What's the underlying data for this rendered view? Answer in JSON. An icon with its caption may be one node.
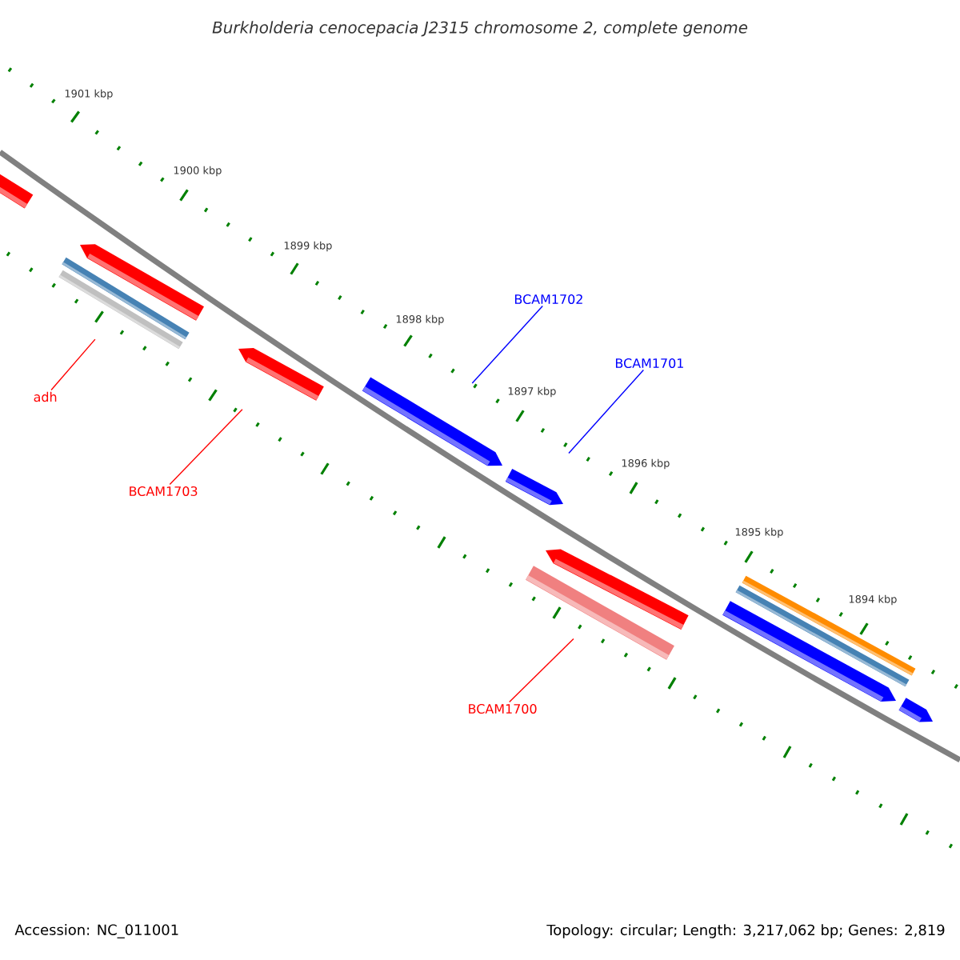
{
  "diagram": {
    "title": "Burkholderia cenocepacia J2315 chromosome 2, complete genome",
    "nodes": [
      {
        "text": [
          "BCAM1702"
        ]
      },
      {
        "text": [
          "BCAM1701"
        ]
      },
      {
        "text": [
          "adh"
        ]
      },
      {
        "text": [
          "BCAM1703"
        ]
      },
      {
        "text": [
          "BCAM1700"
        ]
      },
      {
        "text": [],
        "shape": "bar"
      },
      {
        "text": [],
        "shape": "bar"
      },
      {
        "text": [],
        "shape": "bar"
      },
      {
        "text": [],
        "shape": "bar"
      },
      {
        "text": [],
        "shape": "bar"
      },
      {
        "text": [],
        "shape": "bar"
      },
      {
        "text": [],
        "shape": "bar"
      },
      {
        "text": [],
        "shape": "bar"
      },
      {
        "text": [],
        "shape": "bar"
      },
      {
        "text": [],
        "shape": "bar"
      },
      {
        "text": [],
        "shape": "bar"
      },
      {
        "text": [],
        "shape": "bar"
      },
      {
        "text": [],
        "shape": "bar"
      }
    ],
    "edges": [
      {
        "from": 0,
        "to": 10,
        "arrow": "none",
        "color": "#0000ff"
      },
      {
        "from": 1,
        "to": 11,
        "arrow": "none",
        "color": "#0000ff"
      },
      {
        "from": 2,
        "to": 6,
        "arrow": "none"
      },
      {
        "from": 3,
        "to": 9,
        "arrow": "none"
      },
      {
        "from": 4,
        "to": 12,
        "arrow": "none"
      }
    ],
    "labels": [
      "1901 kbp",
      "1900 kbp",
      "1899 kbp",
      "1898 kbp",
      "1897 kbp",
      "1896 kbp",
      "1895 kbp",
      "1894 kbp",
      "Accession: NC_011001",
      "Topology: circular; Length: 3,217,062 bp; Genes: 2,819"
    ]
  }
}
